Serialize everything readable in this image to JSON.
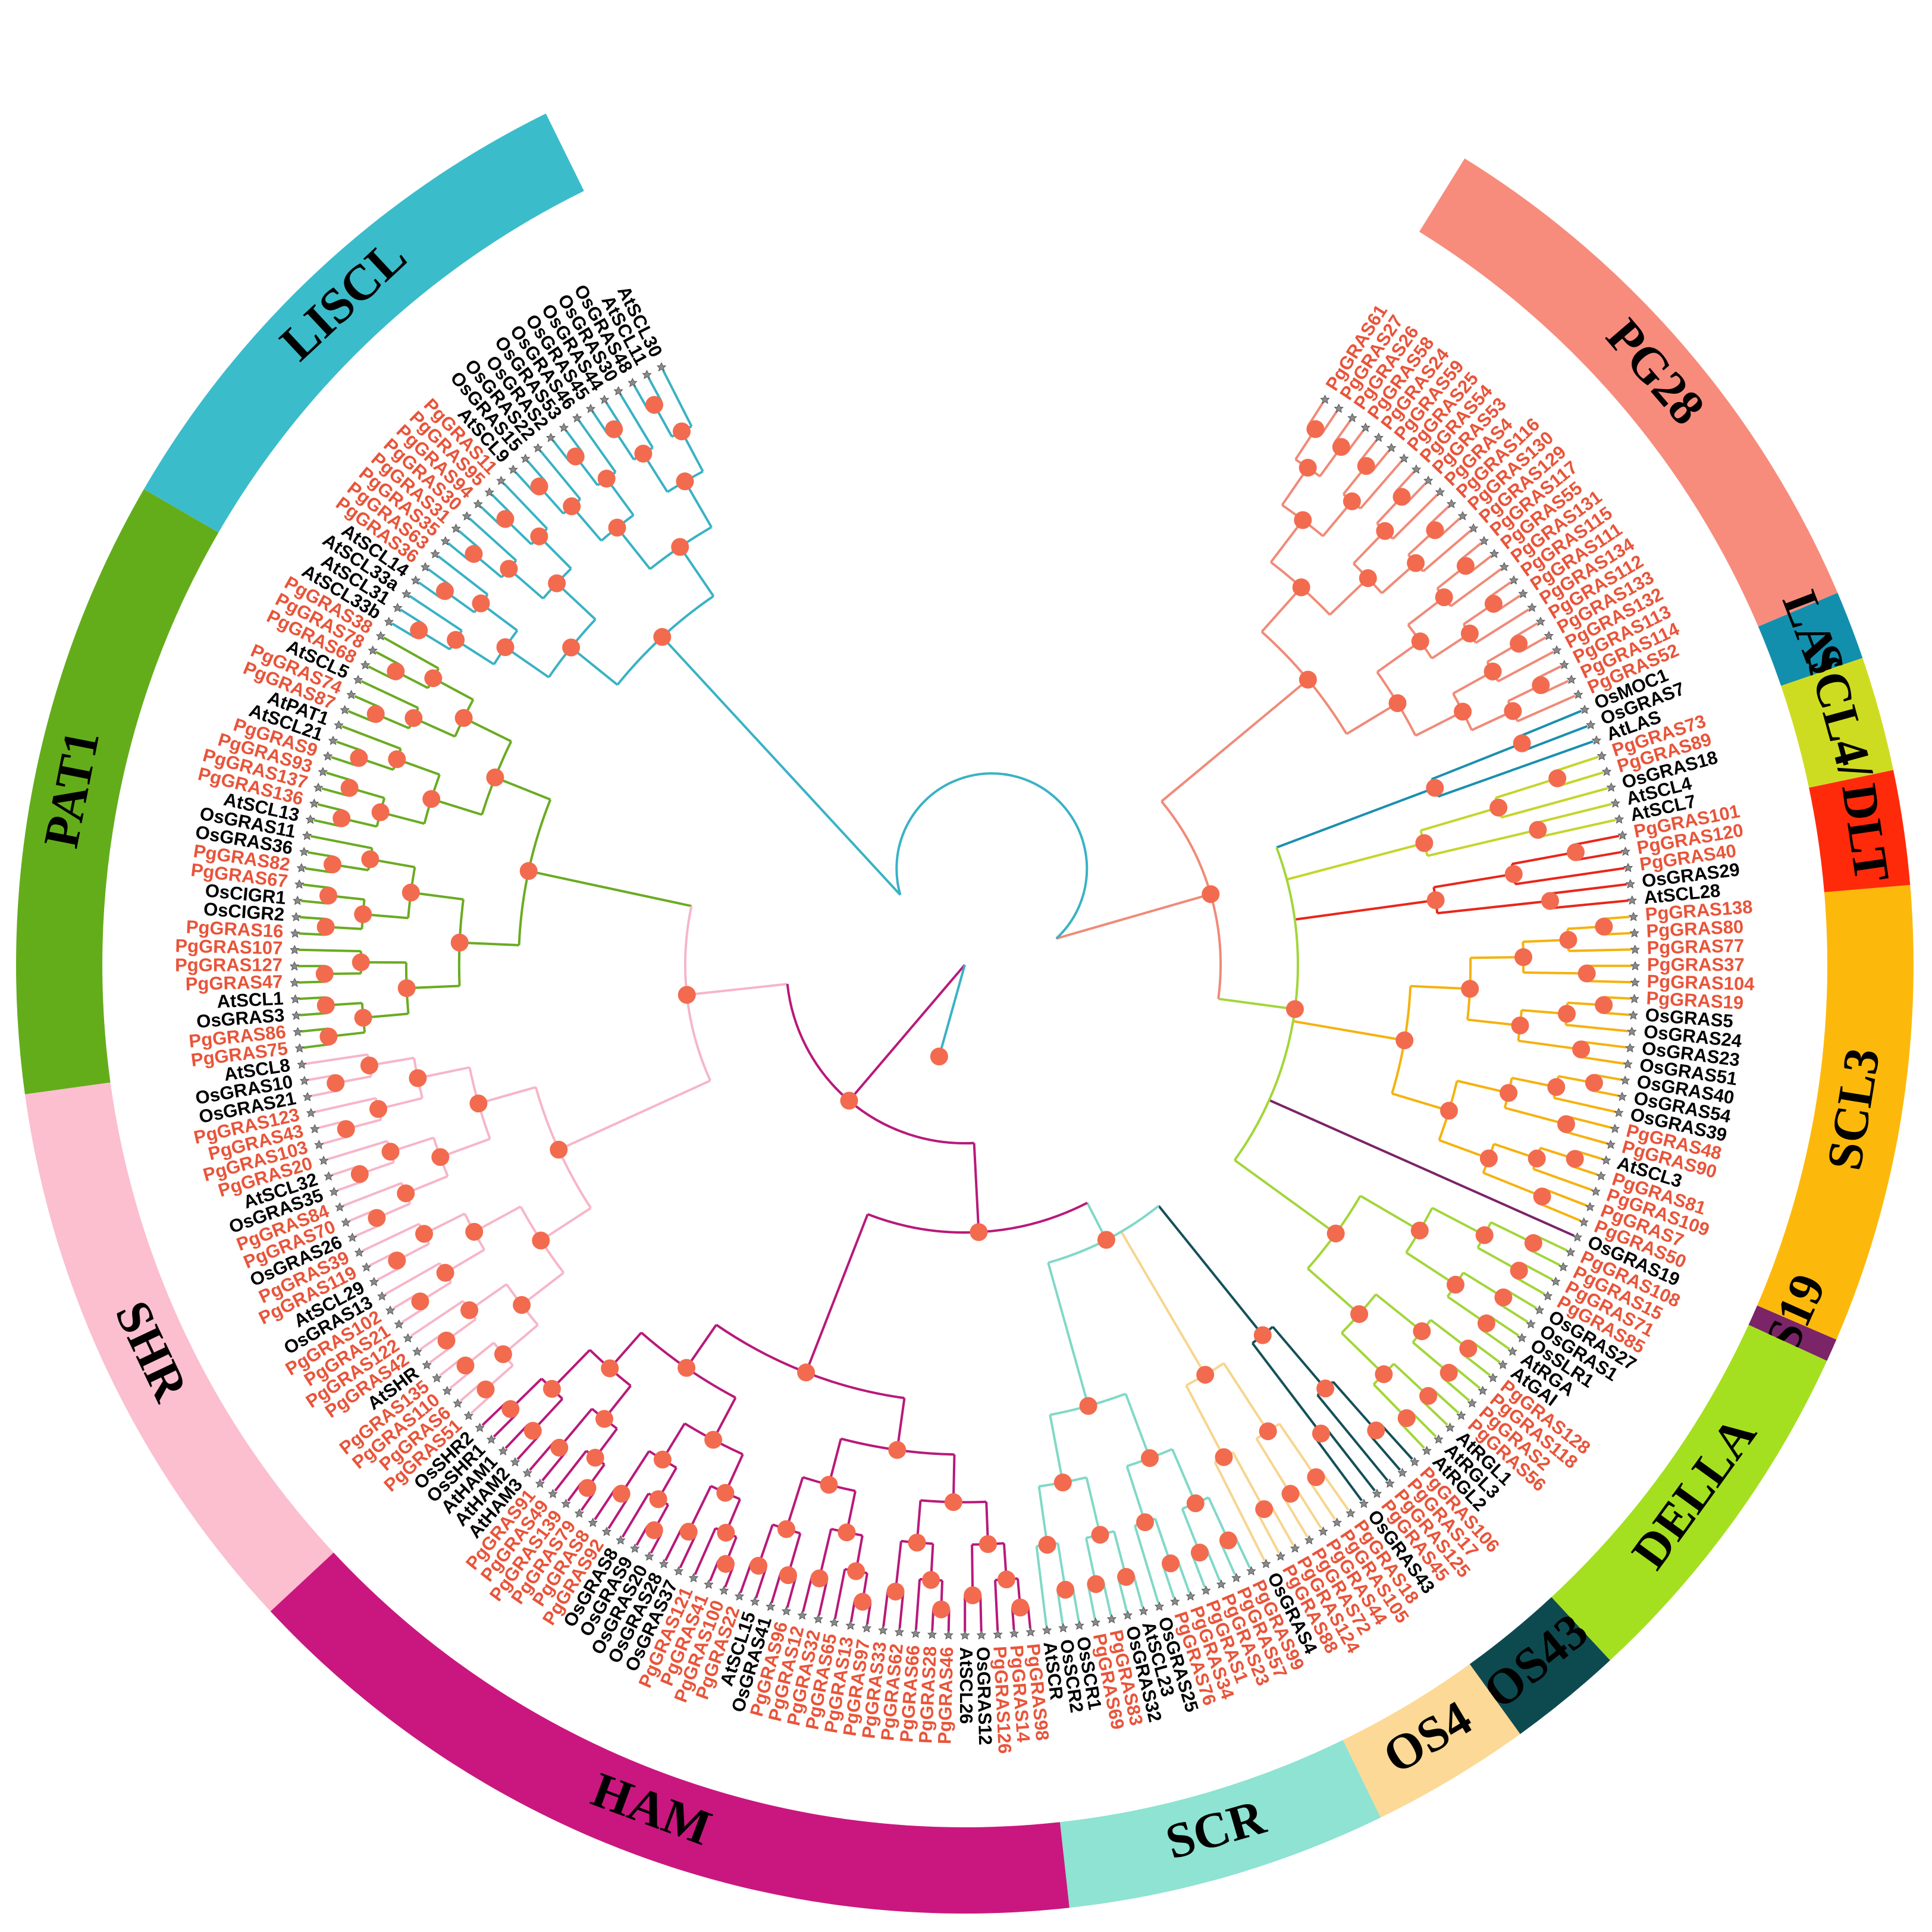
{
  "colors": {
    "pg": "#e8543a",
    "other": "#000000",
    "node": "#f26b4f",
    "tip": "#8a8a8a"
  },
  "groups": [
    {
      "name": "PG28",
      "color": "#f78c7c",
      "branch": "#f08a78",
      "leaves": [
        "PgGRAS61",
        "PgGRAS27",
        "PgGRAS26",
        "PgGRAS58",
        "PgGRAS24",
        "PgGRAS59",
        "PgGRAS25",
        "PgGRAS54",
        "PgGRAS53",
        "PgGRAS4",
        "PgGRAS116",
        "PgGRAS130",
        "PgGRAS129",
        "PgGRAS117",
        "PgGRAS55",
        "PgGRAS131",
        "PgGRAS115",
        "PgGRAS111",
        "PgGRAS134",
        "PgGRAS112",
        "PgGRAS133",
        "PgGRAS132",
        "PgGRAS113",
        "PgGRAS114",
        "PgGRAS52"
      ]
    },
    {
      "name": "LAS",
      "color": "#138fae",
      "branch": "#1a8fae",
      "leaves": [
        "OsMOC1",
        "OsGRAS7",
        "AtLAS"
      ]
    },
    {
      "name": "SCL4/7",
      "color": "#cedc21",
      "branch": "#c6d42c",
      "leaves": [
        "PgGRAS73",
        "PgGRAS89",
        "OsGRAS18",
        "AtSCL4",
        "AtSCL7"
      ]
    },
    {
      "name": "DLT",
      "color": "#ff2a0a",
      "branch": "#e8261b",
      "leaves": [
        "PgGRAS101",
        "PgGRAS120",
        "PgGRAS40",
        "OsGRAS29",
        "AtSCL28"
      ]
    },
    {
      "name": "SCL3",
      "color": "#fdb90b",
      "branch": "#f5b20f",
      "leaves": [
        "PgGRAS138",
        "PgGRAS80",
        "PgGRAS77",
        "PgGRAS37",
        "PgGRAS104",
        "PgGRAS19",
        "OsGRAS5",
        "OsGRAS24",
        "OsGRAS23",
        "OsGRAS51",
        "OsGRAS40",
        "OsGRAS54",
        "OsGRAS39",
        "PgGRAS48",
        "PgGRAS90",
        "AtSCL3",
        "PgGRAS81",
        "PgGRAS109",
        "PgGRAS7",
        "PgGRAS50"
      ]
    },
    {
      "name": "OS19",
      "color": "#7b2468",
      "branch": "#7b2468",
      "leaves": [
        "OsGRAS19"
      ]
    },
    {
      "name": "DELLA",
      "color": "#a4e01f",
      "branch": "#a2d63a",
      "leaves": [
        "PgGRAS108",
        "PgGRAS15",
        "PgGRAS71",
        "PgGRAS85",
        "OsGRAS27",
        "OsGRAS1",
        "OsSLR1",
        "AtRGA",
        "AtGAI",
        "PgGRAS128",
        "PgGRAS118",
        "PgGRAS2",
        "PgGRAS56",
        "AtRGL1",
        "AtRGL3",
        "AtRGL2"
      ]
    },
    {
      "name": "OS43",
      "color": "#0d4a50",
      "branch": "#145058",
      "leaves": [
        "PgGRAS106",
        "PgGRAS17",
        "PgGRAS125",
        "PgGRAS45",
        "OsGRAS43"
      ]
    },
    {
      "name": "OS4",
      "color": "#fcd996",
      "branch": "#f7d58e",
      "leaves": [
        "PgGRAS18",
        "PgGRAS105",
        "PgGRAS44",
        "PgGRAS72",
        "PgGRAS124",
        "PgGRAS88",
        "OsGRAS4"
      ]
    },
    {
      "name": "SCR",
      "color": "#8ee3d2",
      "branch": "#80d8c8",
      "leaves": [
        "PgGRAS99",
        "PgGRAS57",
        "PgGRAS23",
        "PgGRAS1",
        "PgGRAS34",
        "PgGRAS76",
        "OsGRAS25",
        "AtSCL23",
        "OsGRAS32",
        "PgGRAS83",
        "PgGRAS69",
        "OsSCR1",
        "OsSCR2",
        "AtSCR"
      ]
    },
    {
      "name": "HAM",
      "color": "#c9177f",
      "branch": "#b8197a",
      "leaves": [
        "PgGRAS98",
        "PgGRAS14",
        "PgGRAS126",
        "OsGRAS12",
        "AtSCL26",
        "PgGRAS46",
        "PgGRAS28",
        "PgGRAS66",
        "PgGRAS62",
        "PgGRAS33",
        "PgGRAS97",
        "PgGRAS13",
        "PgGRAS65",
        "PgGRAS32",
        "PgGRAS12",
        "PgGRAS96",
        "OsGRAS41",
        "AtSCL15",
        "PgGRAS22",
        "PgGRAS100",
        "PgGRAS41",
        "PgGRAS121",
        "OsGRAS37",
        "OsGRAS28",
        "OsGRAS20",
        "OsGRAS9",
        "OsGRAS8",
        "PgGRAS92",
        "PgGRAS8",
        "PgGRAS79",
        "PgGRAS139",
        "PgGRAS49",
        "PgGRAS91",
        "AtHAM3",
        "AtHAM2",
        "AtHAM1",
        "OsSHR1",
        "OsSHR2"
      ]
    },
    {
      "name": "SHR",
      "color": "#fbbfcf",
      "branch": "#f6b6c8",
      "leaves": [
        "PgGRAS51",
        "PgGRAS6",
        "PgGRAS110",
        "PgGRAS135",
        "AtSHR",
        "PgGRAS42",
        "PgGRAS122",
        "PgGRAS21",
        "PgGRAS102",
        "OsGRAS13",
        "AtSCL29",
        "PgGRAS119",
        "PgGRAS39",
        "OsGRAS26",
        "PgGRAS70",
        "PgGRAS84",
        "OsGRAS35",
        "AtSCL32",
        "PgGRAS20",
        "PgGRAS103",
        "PgGRAS43",
        "PgGRAS123",
        "OsGRAS21",
        "OsGRAS10",
        "AtSCL8"
      ]
    },
    {
      "name": "PAT1",
      "color": "#63ad1b",
      "branch": "#6aab22",
      "leaves": [
        "PgGRAS75",
        "PgGRAS86",
        "OsGRAS3",
        "AtSCL1",
        "PgGRAS47",
        "PgGRAS127",
        "PgGRAS107",
        "PgGRAS16",
        "OsCIGR2",
        "OsCIGR1",
        "PgGRAS67",
        "PgGRAS82",
        "OsGRAS36",
        "OsGRAS11",
        "AtSCL13",
        "PgGRAS136",
        "PgGRAS137",
        "PgGRAS93",
        "PgGRAS9",
        "AtSCL21",
        "AtPAT1",
        "PgGRAS87",
        "PgGRAS74",
        "AtSCL5",
        "PgGRAS68",
        "PgGRAS78",
        "PgGRAS38"
      ]
    },
    {
      "name": "LISCL",
      "color": "#3bbccb",
      "branch": "#39b2c4",
      "leaves": [
        "AtSCL33b",
        "AtSCL31",
        "AtSCL33a",
        "AtSCL14",
        "PgGRAS36",
        "PgGRAS63",
        "PgGRAS35",
        "PgGRAS31",
        "PgGRAS30",
        "PgGRAS94",
        "PgGRAS95",
        "PgGRAS11",
        "AtSCL9",
        "OsGRAS15",
        "OsGRAS22",
        "OsGRAS2",
        "OsGRAS53",
        "OsGRAS46",
        "OsGRAS45",
        "OsGRAS44",
        "OsGRAS30",
        "OsGRAS48",
        "AtSCL11",
        "AtSCL30"
      ]
    }
  ]
}
